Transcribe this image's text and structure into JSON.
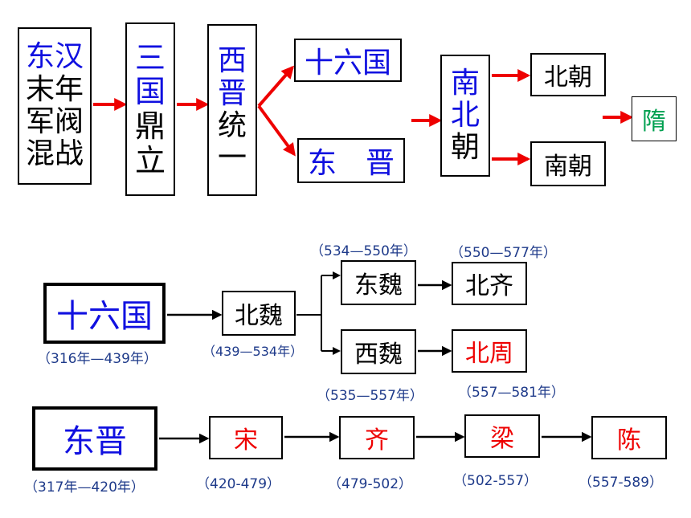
{
  "top": {
    "box1": {
      "line1": "东汉",
      "line2": "末年",
      "line3": "军阀",
      "line4": "混战"
    },
    "box2": {
      "line1": "三国",
      "line2": "鼎",
      "line3": "立"
    },
    "box3": {
      "line1": "西",
      "line2": "晋",
      "line3": "统",
      "line4": "一"
    },
    "shiliuguo": "十六国",
    "dongjin": "东　晋",
    "nanbei": {
      "line1": "南",
      "line2": "北",
      "line3": "朝"
    },
    "beichao": "北朝",
    "nanchao": "南朝",
    "sui": "隋"
  },
  "north": {
    "shiliuguo": "十六国",
    "shiliuguo_date": "（316年—439年）",
    "beiwei": "北魏",
    "beiwei_date": "（439—534年）",
    "dongwei": "东魏",
    "dongwei_date": "（534—550年）",
    "xiwei": "西魏",
    "xiwei_date": "（535—557年）",
    "beiqi": "北齐",
    "beiqi_date": "（550—577年）",
    "beizhou": "北周",
    "beizhou_date": "（557—581年）"
  },
  "south": {
    "dongjin": "东晋",
    "dongjin_date": "（317年—420年）",
    "song": "宋",
    "song_date": "（420-479）",
    "qi": "齐",
    "qi_date": "（479-502）",
    "liang": "梁",
    "liang_date": "（502-557）",
    "chen": "陈",
    "chen_date": "（557-589）"
  },
  "colors": {
    "blue": "#1010e0",
    "red": "#ee0000",
    "green": "#00a050",
    "date": "#1e3a8a"
  }
}
